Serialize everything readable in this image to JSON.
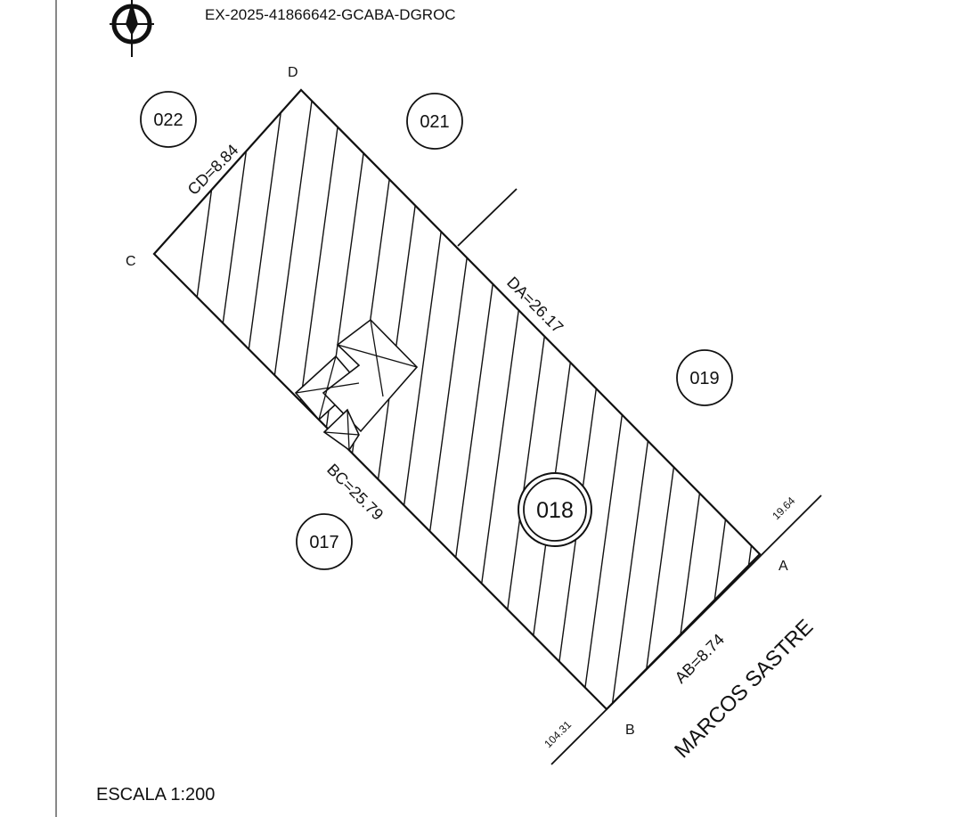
{
  "expediente": "EX-2025-41866642-GCABA-DGROC",
  "scale_label": "ESCALA 1:200",
  "street": "MARCOS SASTRE",
  "vertices": {
    "A": "A",
    "B": "B",
    "C": "C",
    "D": "D"
  },
  "measures": {
    "ab": "AB=8.74",
    "bc": "BC=25.79",
    "cd": "CD=8.84",
    "da": "DA=26.17"
  },
  "corner_distances": {
    "near_a": "19.64",
    "near_b": "104.31"
  },
  "parcels": {
    "main": "018",
    "p017": "017",
    "p019": "019",
    "p021": "021",
    "p022": "022"
  },
  "icons": {
    "north": "north-arrow-icon"
  }
}
